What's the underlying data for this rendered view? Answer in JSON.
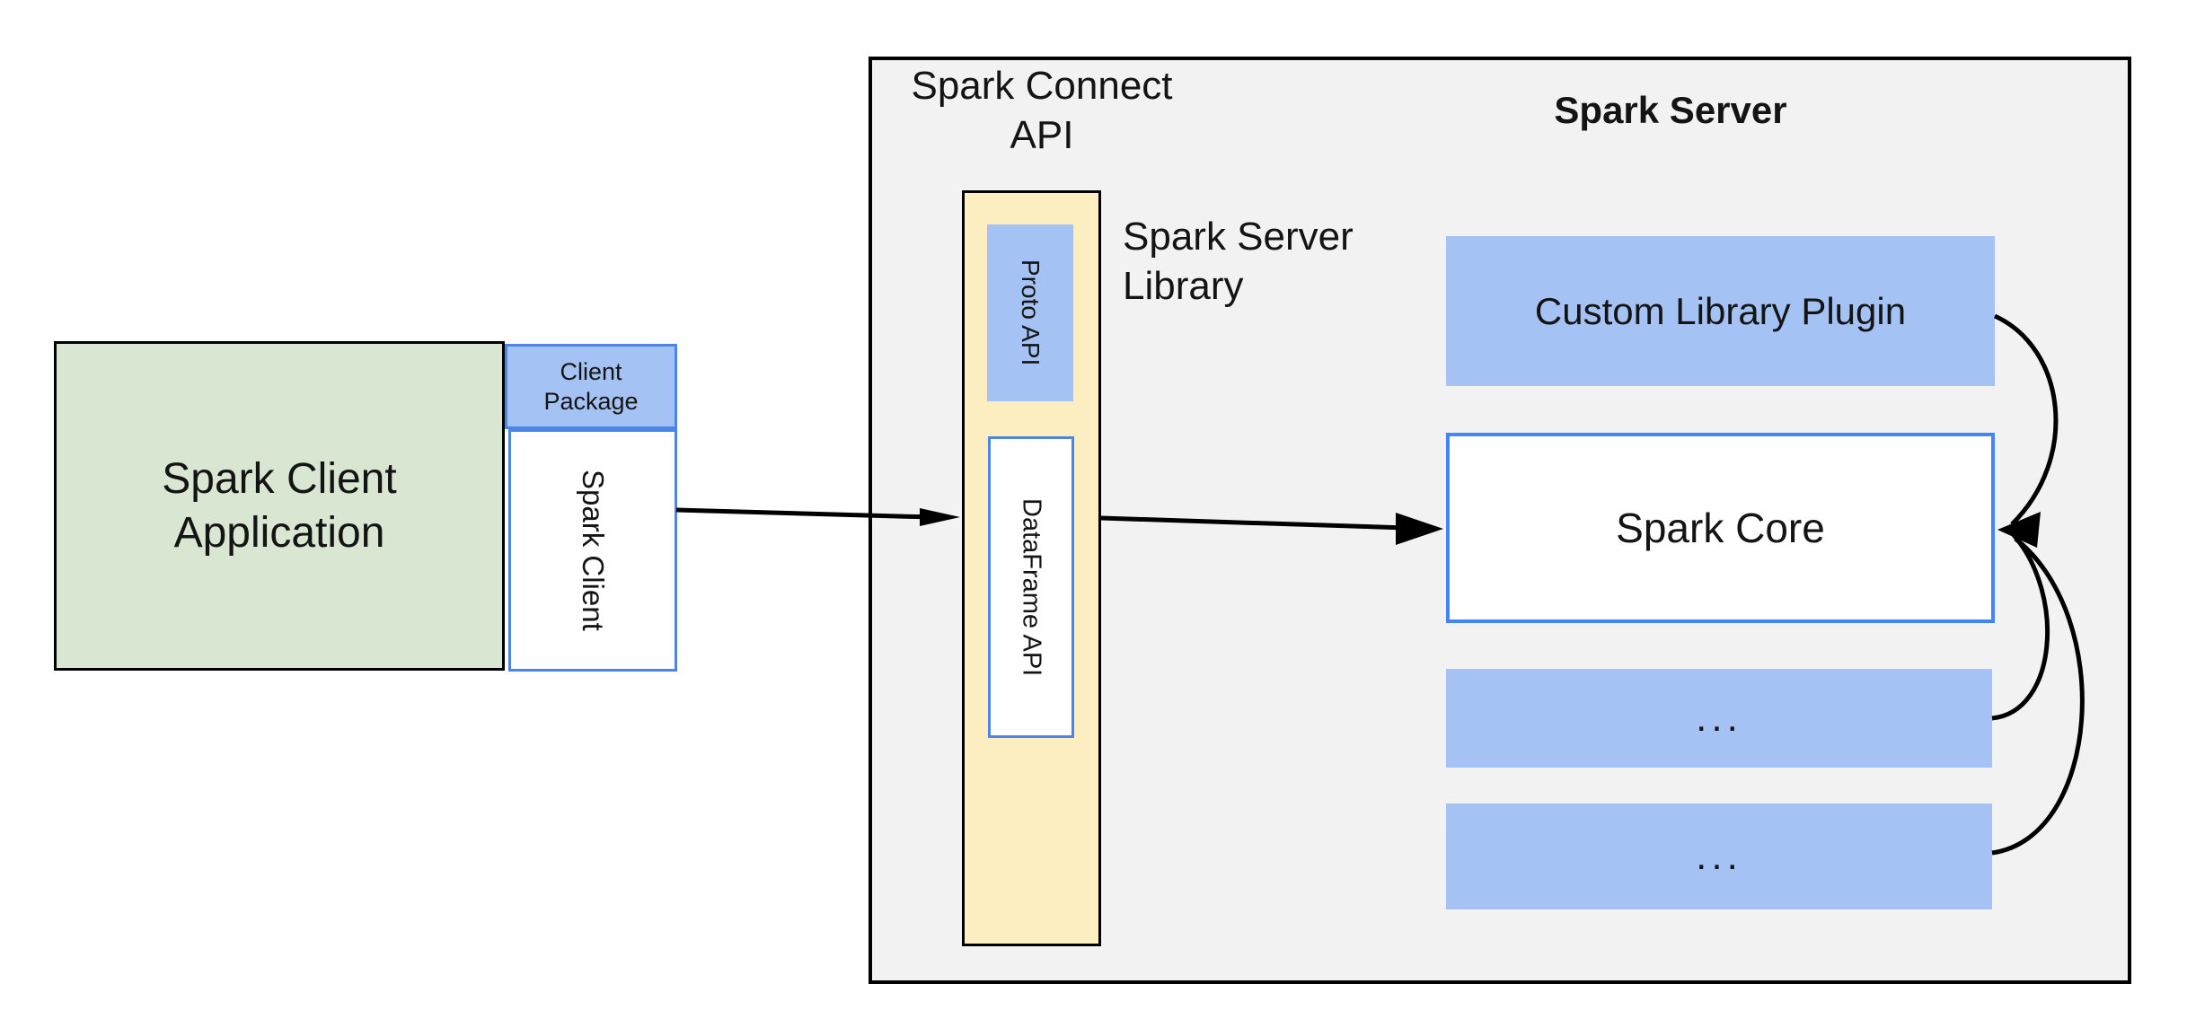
{
  "client_side": {
    "app_label": "Spark Client Application",
    "package_label": "Client Package",
    "spark_client_label": "Spark Client"
  },
  "server_side": {
    "connect_api_label": "Spark Connect API",
    "server_title": "Spark Server",
    "server_library_label": "Spark Server Library",
    "proto_api_label": "Proto API",
    "dataframe_api_label": "DataFrame API",
    "custom_plugin_label": "Custom Library Plugin",
    "spark_core_label": "Spark Core",
    "plugin_slot_1_label": "...",
    "plugin_slot_2_label": "..."
  },
  "colors": {
    "client_app_fill": "#d9e7d2",
    "accent_blue_fill": "#a4c2f4",
    "accent_blue_border": "#4a86e8",
    "core_border": "#4285f4",
    "connect_api_fill": "#fdeec2",
    "server_fill": "#f2f2f2",
    "line": "#000000",
    "background": "#ffffff"
  }
}
